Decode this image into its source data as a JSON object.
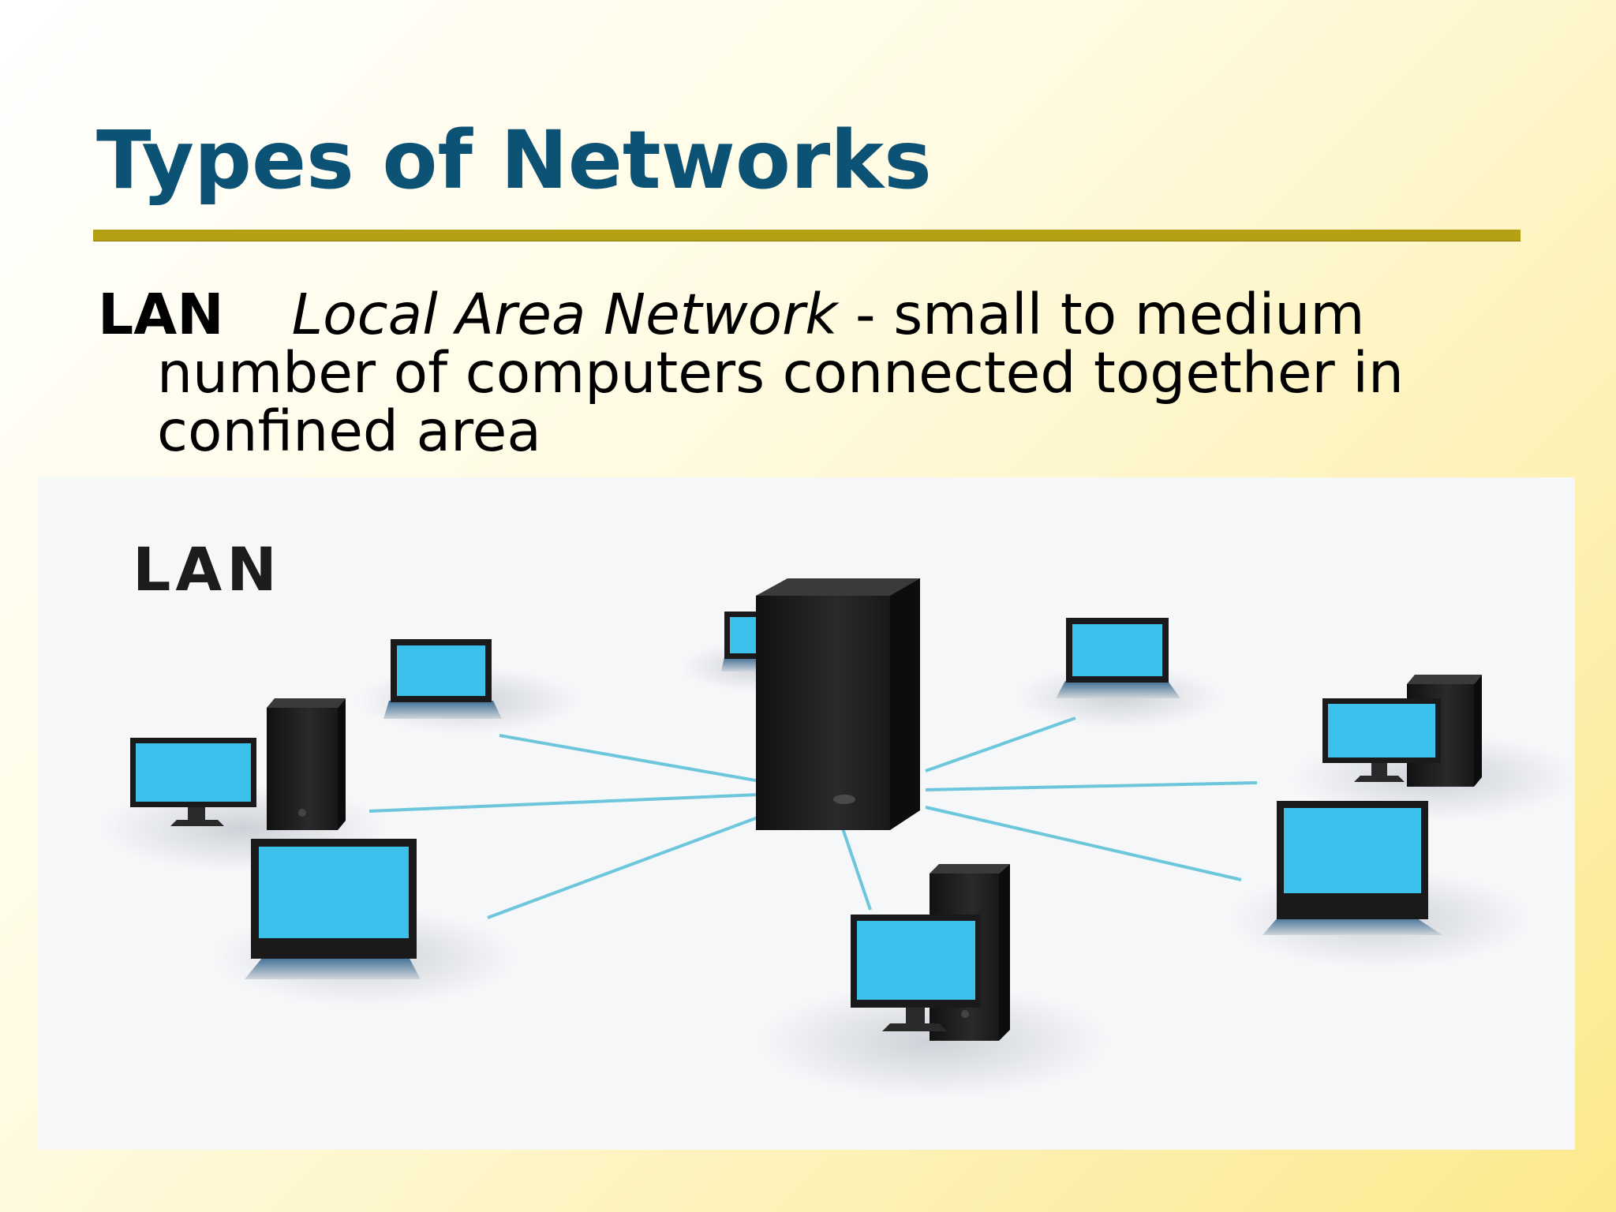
{
  "slide": {
    "title": "Types of Networks"
  },
  "definition": {
    "term": "LAN",
    "expansion": "Local Area Network",
    "description": " - small to medium number of computers connected together in confined area"
  },
  "figure": {
    "label": "LAN",
    "screen_color": "#3cc0ec",
    "cable_color": "#6cc6dc",
    "case_color": "#1a1a1a"
  },
  "colors": {
    "title": "#0c5275",
    "rule": "#b5a014"
  }
}
